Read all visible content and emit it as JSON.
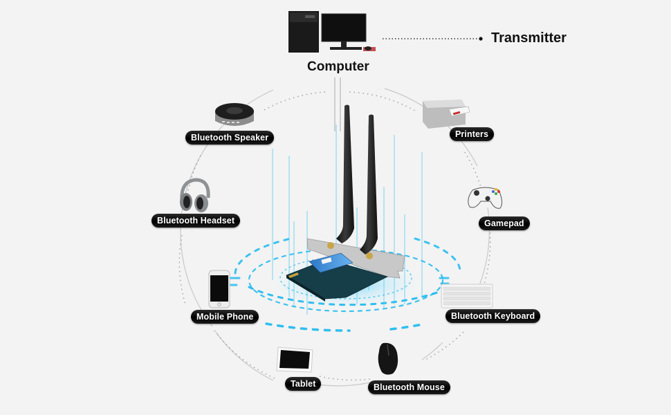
{
  "diagram": {
    "title": "Bluetooth / WiFi PCIe adapter connectivity",
    "colors": {
      "background": "#f3f3f3",
      "label_bg": "#000000",
      "label_text": "#ffffff",
      "signal": "#1ab8ef",
      "ring": "#bdbdbd"
    },
    "top": {
      "computer_label": "Computer",
      "transmitter_label": "Transmitter",
      "computer_icon": "desktop-computer-icon"
    },
    "center": {
      "device": "pcie-wifi-bluetooth-card",
      "antenna_count": 2
    },
    "devices": [
      {
        "id": "bluetooth-speaker",
        "label": "Bluetooth Speaker",
        "icon": "speaker-icon"
      },
      {
        "id": "printers",
        "label": "Printers",
        "icon": "printer-icon"
      },
      {
        "id": "bluetooth-headset",
        "label": "Bluetooth Headset",
        "icon": "headphones-icon"
      },
      {
        "id": "gamepad",
        "label": "Gamepad",
        "icon": "gamepad-icon"
      },
      {
        "id": "mobile-phone",
        "label": "Mobile Phone",
        "icon": "smartphone-icon"
      },
      {
        "id": "bluetooth-keyboard",
        "label": "Bluetooth Keyboard",
        "icon": "keyboard-icon"
      },
      {
        "id": "tablet",
        "label": "Tablet",
        "icon": "tablet-icon"
      },
      {
        "id": "bluetooth-mouse",
        "label": "Bluetooth Mouse",
        "icon": "mouse-icon"
      }
    ]
  }
}
